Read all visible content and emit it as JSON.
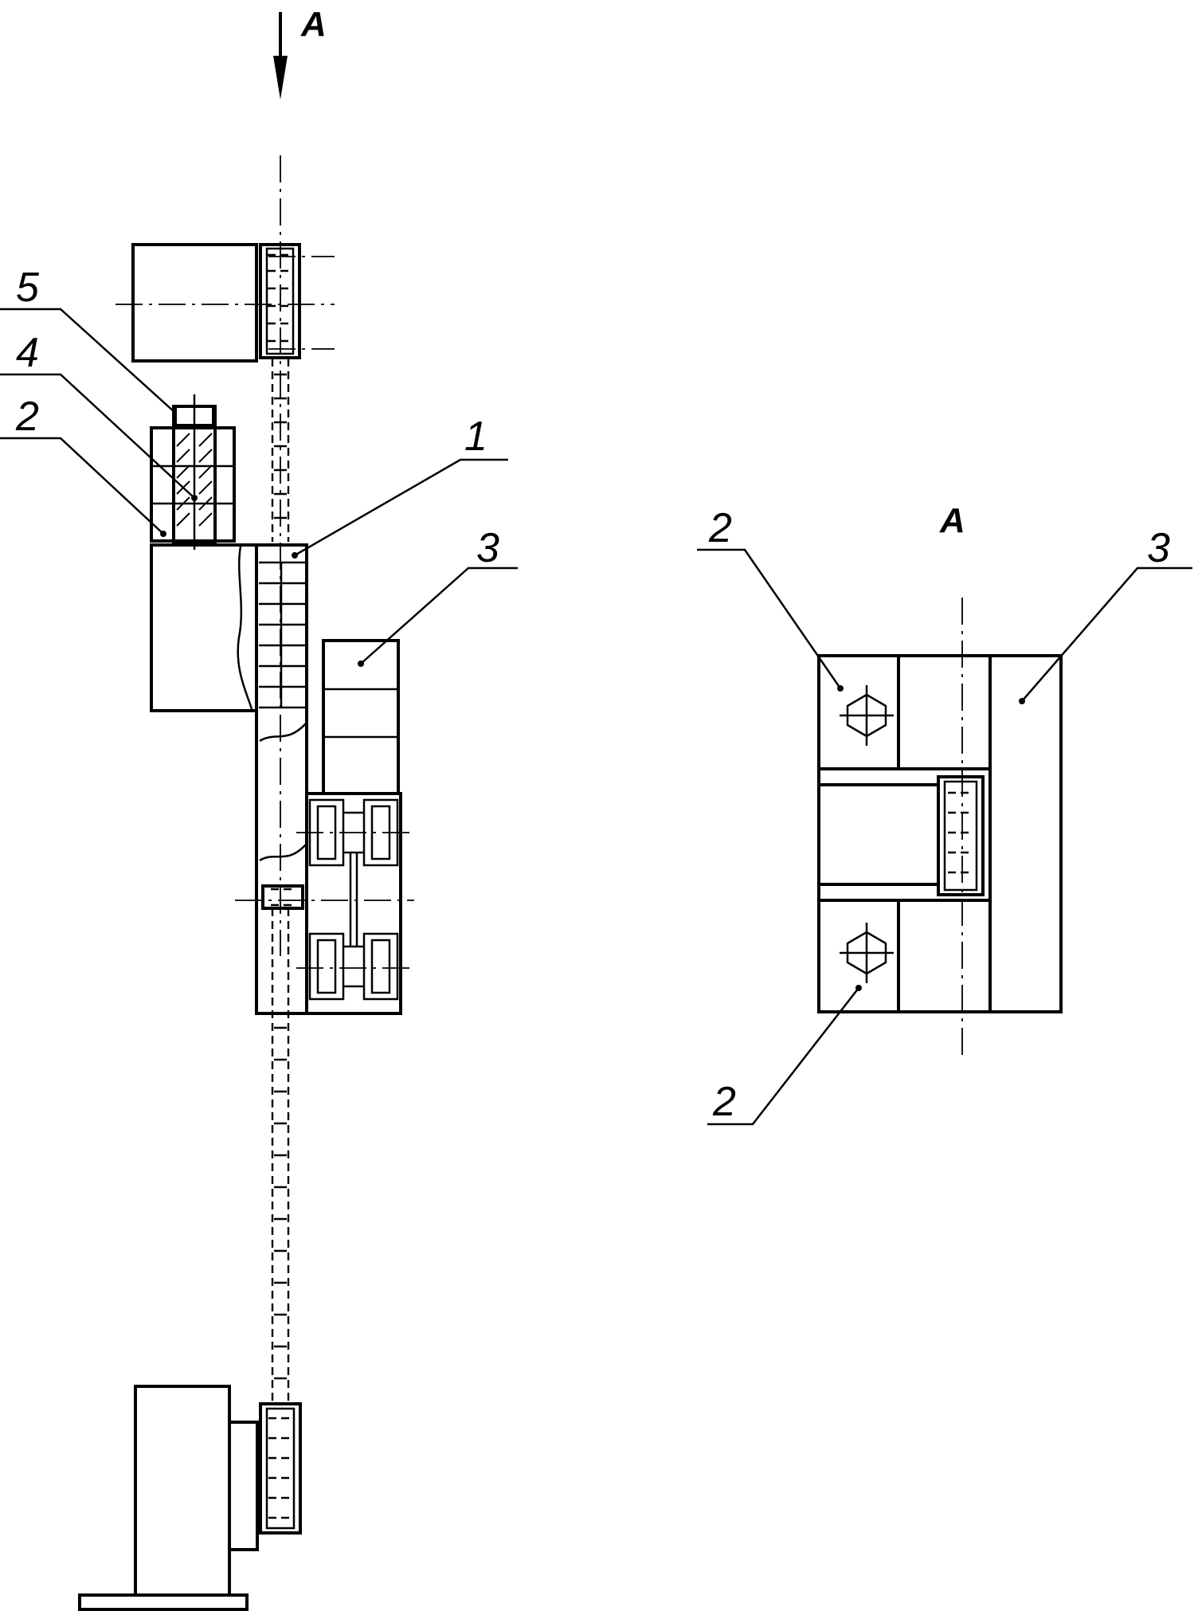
{
  "view_arrow_label": "A",
  "view_title": "A",
  "callouts": {
    "main": {
      "p1": "1",
      "p2": "2",
      "p3": "3",
      "p4": "4",
      "p5": "5"
    },
    "view": {
      "p2_top": "2",
      "p2_bottom": "2",
      "p3": "3"
    }
  }
}
